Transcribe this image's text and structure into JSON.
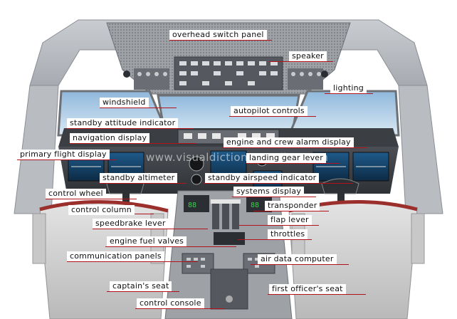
{
  "diagram": {
    "watermark": "www.visualdictionaryonline.com",
    "labels": {
      "overhead_switch_panel": "overhead switch panel",
      "speaker": "speaker",
      "lighting": "lighting",
      "windshield": "windshield",
      "autopilot_controls": "autopilot controls",
      "standby_attitude_indicator": "standby attitude indicator",
      "navigation_display": "navigation display",
      "engine_and_crew_alarm_display": "engine and crew alarm display",
      "primary_flight_display": "primary flight display",
      "landing_gear_lever": "landing gear lever",
      "standby_altimeter": "standby altimeter",
      "standby_airspeed_indicator": "standby airspeed indicator",
      "control_wheel": "control wheel",
      "systems_display": "systems display",
      "control_column": "control column",
      "transponder": "transponder",
      "speedbrake_lever": "speedbrake lever",
      "flap_lever": "flap lever",
      "engine_fuel_valves": "engine fuel valves",
      "throttles": "throttles",
      "communication_panels": "communication panels",
      "air_data_computer": "air data computer",
      "captains_seat": "captain's seat",
      "first_officers_seat": "first officer's seat",
      "control_console": "control console"
    }
  }
}
